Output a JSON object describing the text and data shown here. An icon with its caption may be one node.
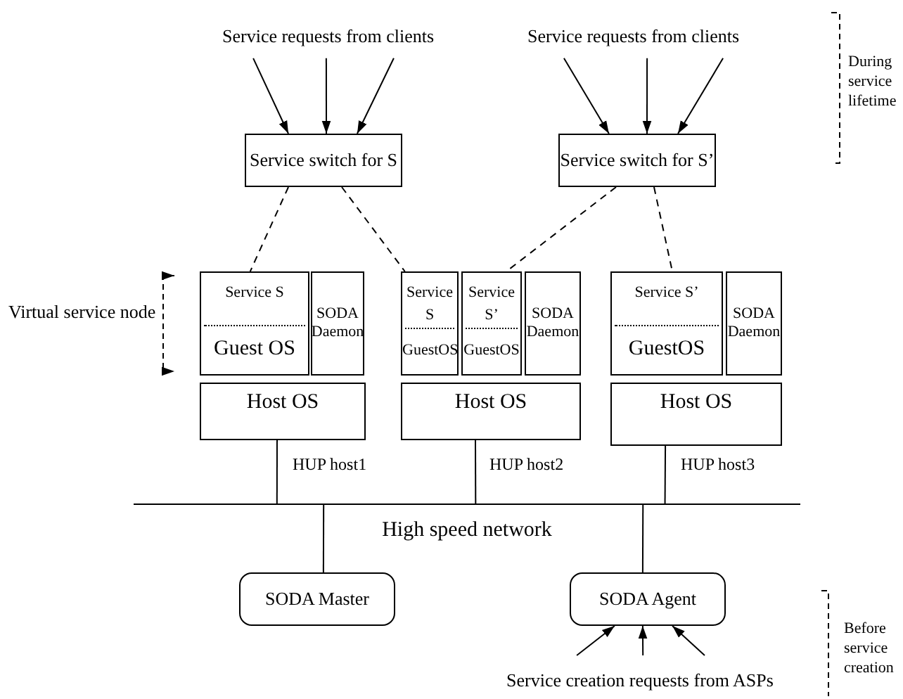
{
  "diagram": {
    "nodes": [
      {
        "text": [
          "Service requests from clients"
        ]
      },
      {
        "text": [
          "Service requests from clients"
        ]
      },
      {
        "text": [
          "Service switch for S"
        ]
      },
      {
        "text": [
          "Service switch for S’"
        ]
      },
      {
        "text": [
          "Service S",
          "Guest OS"
        ]
      },
      {
        "text": [
          "SODA Daemon"
        ]
      },
      {
        "text": [
          "Service S",
          "GuestOS"
        ]
      },
      {
        "text": [
          "Service S’",
          "GuestOS"
        ]
      },
      {
        "text": [
          "SODA Daemon"
        ]
      },
      {
        "text": [
          "Service S’",
          "GuestOS"
        ]
      },
      {
        "text": [
          "SODA Daemon"
        ]
      },
      {
        "text": [
          "Host OS"
        ]
      },
      {
        "text": [
          "Host OS"
        ]
      },
      {
        "text": [
          "Host OS"
        ]
      },
      {
        "text": [
          "High speed network"
        ]
      },
      {
        "text": [
          "SODA Master"
        ]
      },
      {
        "text": [
          "SODA Agent"
        ]
      },
      {
        "text": [
          "Service creation requests from ASPs"
        ]
      }
    ],
    "edges": [
      {
        "from": 0,
        "to": 2,
        "arrow": "to"
      },
      {
        "from": 0,
        "to": 2,
        "arrow": "to"
      },
      {
        "from": 0,
        "to": 2,
        "arrow": "to"
      },
      {
        "from": 1,
        "to": 3,
        "arrow": "to"
      },
      {
        "from": 1,
        "to": 3,
        "arrow": "to"
      },
      {
        "from": 1,
        "to": 3,
        "arrow": "to"
      },
      {
        "from": 2,
        "to": 4,
        "arrow": "none",
        "style": "dashed"
      },
      {
        "from": 2,
        "to": 6,
        "arrow": "none",
        "style": "dashed"
      },
      {
        "from": 3,
        "to": 7,
        "arrow": "none",
        "style": "dashed"
      },
      {
        "from": 3,
        "to": 9,
        "arrow": "none",
        "style": "dashed"
      },
      {
        "from": 11,
        "to": 14,
        "arrow": "none",
        "label": "HUP host1"
      },
      {
        "from": 12,
        "to": 14,
        "arrow": "none",
        "label": "HUP host2"
      },
      {
        "from": 13,
        "to": 14,
        "arrow": "none",
        "label": "HUP host3"
      },
      {
        "from": 14,
        "to": 15,
        "arrow": "none"
      },
      {
        "from": 14,
        "to": 16,
        "arrow": "none"
      },
      {
        "from": 17,
        "to": 16,
        "arrow": "to"
      },
      {
        "from": 17,
        "to": 16,
        "arrow": "to"
      },
      {
        "from": 17,
        "to": 16,
        "arrow": "to"
      }
    ],
    "labels": [
      "During service lifetime",
      "Virtual service node",
      "Before service creation"
    ]
  }
}
